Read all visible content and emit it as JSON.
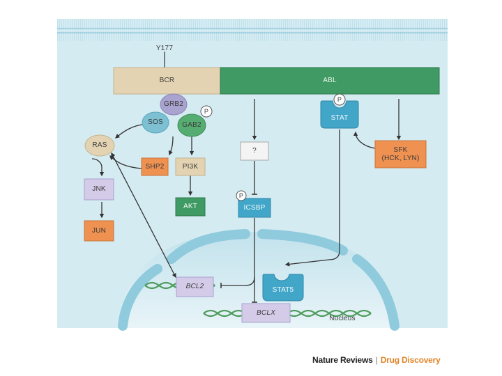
{
  "labels": {
    "y177": "Y177",
    "bcr": "BCR",
    "abl": "ABL",
    "grb2": "GRB2",
    "sos": "SOS",
    "gab2": "GAB2",
    "p_gab2": "P",
    "ras": "RAS",
    "shp2": "SHP2",
    "pi3k": "PI3K",
    "akt": "AKT",
    "jnk": "JNK",
    "jun": "JUN",
    "unknown": "?",
    "p_icsbp": "P",
    "icsbp": "ICSBP",
    "p_stat": "P",
    "stat": "STAT",
    "sfk": "SFK\n(HCK, LYN)",
    "bcl2": "BCL2",
    "stat5": "STAT5",
    "bclx": "BCLX",
    "nucleus": "Nucleus"
  },
  "credit": {
    "journal": "Nature Reviews",
    "separator": "|",
    "title": "Drug Discovery"
  },
  "colors": {
    "bcr": "#e3d3b3",
    "abl": "#3f9a63",
    "grb2": "#a9a3cf",
    "sos": "#7cc0d2",
    "gab2": "#56ad72",
    "orange": "#ee9151",
    "lavender": "#d3cbe8",
    "akt": "#3f9a63",
    "stat": "#42a6c8",
    "nucleus": "#9bd0e0",
    "background": "#d4ebf1"
  }
}
